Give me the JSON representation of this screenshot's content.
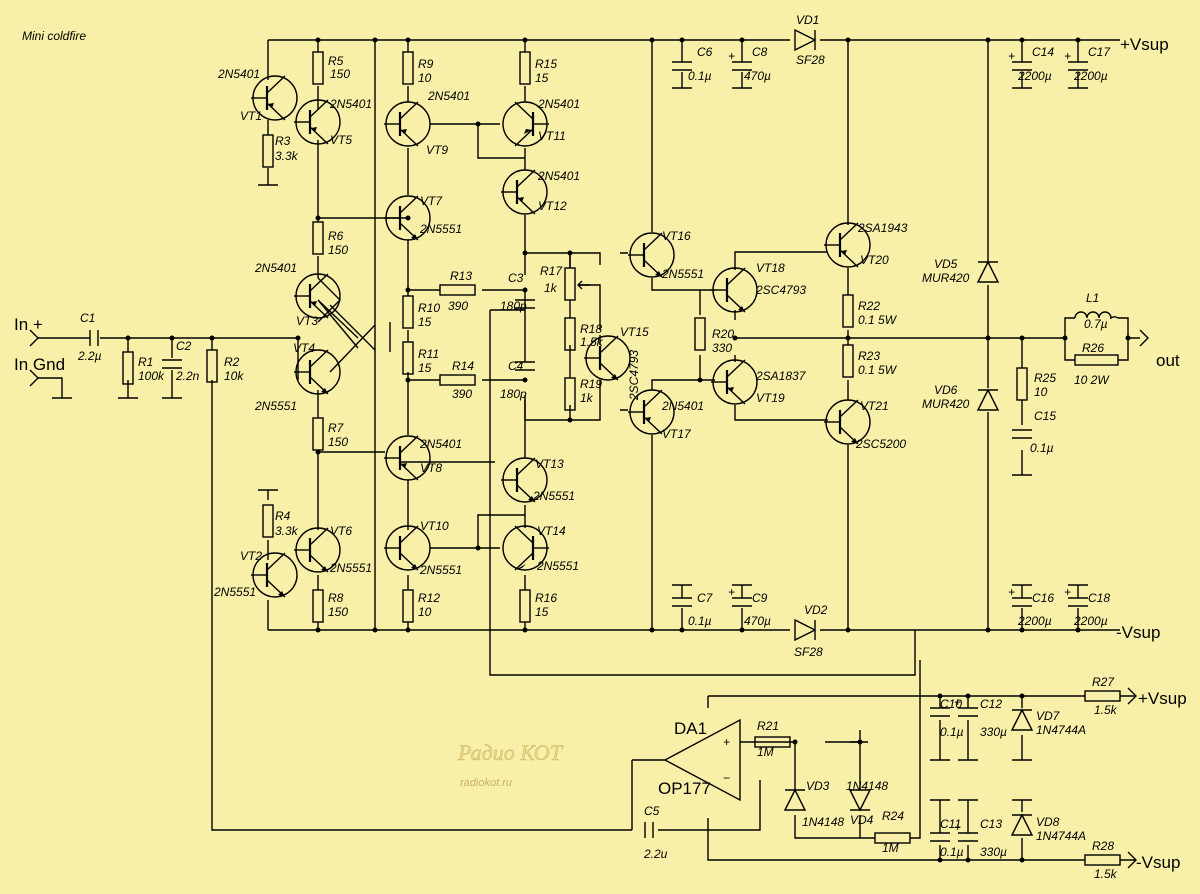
{
  "title": "Mini coldfire",
  "watermark": {
    "brand": "Радио КОТ",
    "url": "radiokot.ru"
  },
  "rails": {
    "pos_main": "+Vsup",
    "neg_main": "-Vsup",
    "pos_aux": "+Vsup",
    "neg_aux": "-Vsup"
  },
  "io": {
    "in_plus": "In +",
    "in_gnd": "In Gnd",
    "out": "out"
  },
  "transistors": {
    "VT1": {
      "ref": "VT1",
      "type": "2N5401"
    },
    "VT2": {
      "ref": "VT2",
      "type": "2N5551"
    },
    "VT3": {
      "ref": "VT3",
      "type": "2N5401"
    },
    "VT4": {
      "ref": "VT4",
      "type": "2N5551"
    },
    "VT5": {
      "ref": "VT5",
      "type": "2N5401"
    },
    "VT6": {
      "ref": "VT6",
      "type": "2N5551"
    },
    "VT7": {
      "ref": "VT7",
      "type": "2N5551"
    },
    "VT8": {
      "ref": "VT8",
      "type": "2N5401"
    },
    "VT9": {
      "ref": "VT9",
      "type": "2N5401"
    },
    "VT10": {
      "ref": "VT10",
      "type": "2N5551"
    },
    "VT11": {
      "ref": "VT11",
      "type": "2N5401"
    },
    "VT12": {
      "ref": "VT12",
      "type": "2N5401"
    },
    "VT13": {
      "ref": "VT13",
      "type": "2N5551"
    },
    "VT14": {
      "ref": "VT14",
      "type": "2N5551"
    },
    "VT15": {
      "ref": "VT15",
      "type": "2SC4793"
    },
    "VT16": {
      "ref": "VT16",
      "type": "2N5551"
    },
    "VT17": {
      "ref": "VT17",
      "type": "2N5401"
    },
    "VT18": {
      "ref": "VT18",
      "type": "2SC4793"
    },
    "VT19": {
      "ref": "VT19",
      "type": "2SA1837"
    },
    "VT20": {
      "ref": "VT20",
      "type": "2SA1943"
    },
    "VT21": {
      "ref": "VT21",
      "type": "2SC5200"
    }
  },
  "resistors": {
    "R1": {
      "ref": "R1",
      "value": "100k"
    },
    "R2": {
      "ref": "R2",
      "value": "10k"
    },
    "R3": {
      "ref": "R3",
      "value": "3.3k"
    },
    "R4": {
      "ref": "R4",
      "value": "3.3k"
    },
    "R5": {
      "ref": "R5",
      "value": "150"
    },
    "R6": {
      "ref": "R6",
      "value": "150"
    },
    "R7": {
      "ref": "R7",
      "value": "150"
    },
    "R8": {
      "ref": "R8",
      "value": "150"
    },
    "R9": {
      "ref": "R9",
      "value": "10"
    },
    "R10": {
      "ref": "R10",
      "value": "15"
    },
    "R11": {
      "ref": "R11",
      "value": "15"
    },
    "R12": {
      "ref": "R12",
      "value": "10"
    },
    "R13": {
      "ref": "R13",
      "value": "390"
    },
    "R14": {
      "ref": "R14",
      "value": "390"
    },
    "R15": {
      "ref": "R15",
      "value": "15"
    },
    "R16": {
      "ref": "R16",
      "value": "15"
    },
    "R17": {
      "ref": "R17",
      "value": "1k"
    },
    "R18": {
      "ref": "R18",
      "value": "1.5k"
    },
    "R19": {
      "ref": "R19",
      "value": "1k"
    },
    "R20": {
      "ref": "R20",
      "value": "330"
    },
    "R21": {
      "ref": "R21",
      "value": "1M"
    },
    "R22": {
      "ref": "R22",
      "value": "0.1 5W"
    },
    "R23": {
      "ref": "R23",
      "value": "0.1 5W"
    },
    "R24": {
      "ref": "R24",
      "value": "1M"
    },
    "R25": {
      "ref": "R25",
      "value": "10"
    },
    "R26": {
      "ref": "R26",
      "value": "10 2W"
    },
    "R27": {
      "ref": "R27",
      "value": "1.5k"
    },
    "R28": {
      "ref": "R28",
      "value": "1.5k"
    }
  },
  "capacitors": {
    "C1": {
      "ref": "C1",
      "value": "2.2µ"
    },
    "C2": {
      "ref": "C2",
      "value": "2.2n"
    },
    "C3": {
      "ref": "C3",
      "value": "180p"
    },
    "C4": {
      "ref": "C4",
      "value": "180p"
    },
    "C5": {
      "ref": "C5",
      "value": "2.2u"
    },
    "C6": {
      "ref": "C6",
      "value": "0.1µ"
    },
    "C7": {
      "ref": "C7",
      "value": "0.1µ"
    },
    "C8": {
      "ref": "C8",
      "value": "470µ"
    },
    "C9": {
      "ref": "C9",
      "value": "470µ"
    },
    "C10": {
      "ref": "C10",
      "value": "0.1µ"
    },
    "C11": {
      "ref": "C11",
      "value": "0.1µ"
    },
    "C12": {
      "ref": "C12",
      "value": "330µ"
    },
    "C13": {
      "ref": "C13",
      "value": "330µ"
    },
    "C14": {
      "ref": "C14",
      "value": "2200µ"
    },
    "C15": {
      "ref": "C15",
      "value": "0.1µ"
    },
    "C16": {
      "ref": "C16",
      "value": "2200µ"
    },
    "C17": {
      "ref": "C17",
      "value": "2200µ"
    },
    "C18": {
      "ref": "C18",
      "value": "2200µ"
    }
  },
  "diodes": {
    "VD1": {
      "ref": "VD1",
      "type": "SF28"
    },
    "VD2": {
      "ref": "VD2",
      "type": "SF28"
    },
    "VD3": {
      "ref": "VD3",
      "type": "1N4148"
    },
    "VD4": {
      "ref": "VD4",
      "type": "1N4148"
    },
    "VD5": {
      "ref": "VD5",
      "type": "MUR420"
    },
    "VD6": {
      "ref": "VD6",
      "type": "MUR420"
    },
    "VD7": {
      "ref": "VD7",
      "type": "1N4744A"
    },
    "VD8": {
      "ref": "VD8",
      "type": "1N4744A"
    }
  },
  "inductor": {
    "ref": "L1",
    "value": "0.7µ"
  },
  "opamp": {
    "ref": "DA1",
    "type": "OP177",
    "plus": "+",
    "minus": "−"
  }
}
